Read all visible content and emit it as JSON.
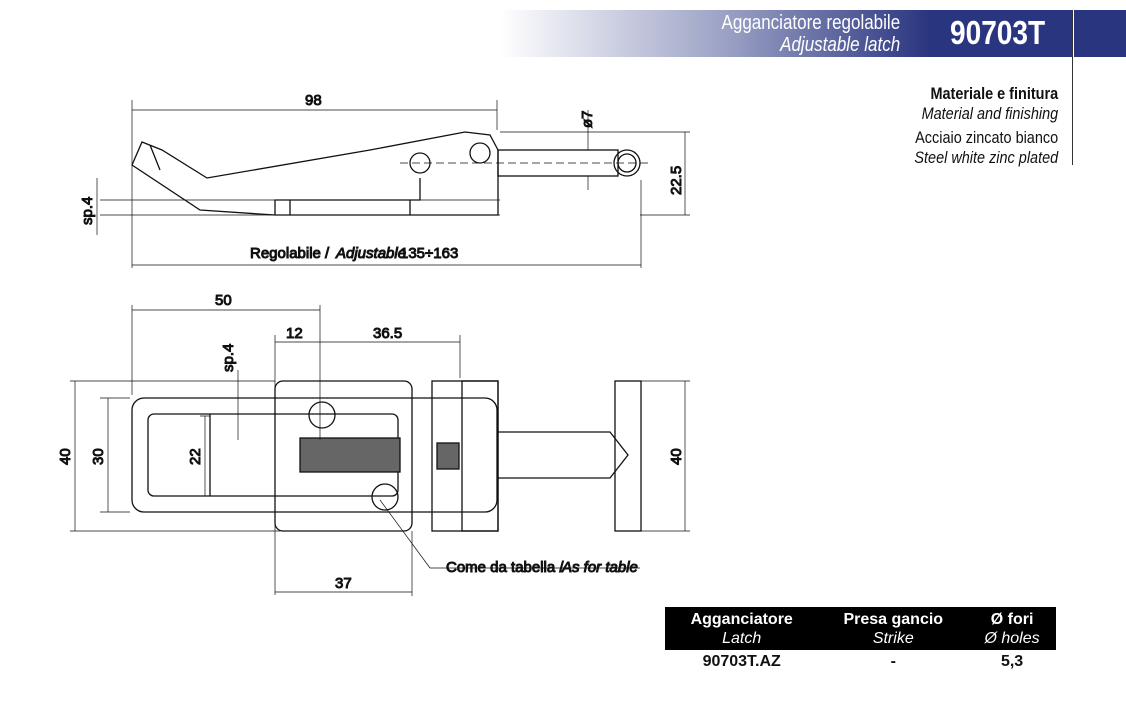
{
  "header": {
    "title_it": "Agganciatore regolabile",
    "title_en": "Adjustable latch",
    "code": "90703T",
    "color": "#2a3580"
  },
  "material": {
    "label_it": "Materiale e finitura",
    "label_en": "Material and finishing",
    "value_it": "Acciaio zincato bianco",
    "value_en": "Steel white zinc plated"
  },
  "drawing": {
    "dim_98": "98",
    "dim_phi7": "ø7",
    "dim_22_5": "22.5",
    "dim_sp4_top": "sp.4",
    "adjustable_it": "Regolabile /",
    "adjustable_en": "Adjustable",
    "adjustable_range": "135÷163",
    "dim_50": "50",
    "dim_12": "12",
    "dim_36_5": "36.5",
    "dim_sp4_bottom": "sp.4",
    "dim_40_left": "40",
    "dim_30": "30",
    "dim_22": "22",
    "dim_40_right": "40",
    "dim_37": "37",
    "note_it": "Come da tabella /",
    "note_en": "As for table"
  },
  "table": {
    "headers": [
      {
        "it": "Agganciatore",
        "en": "Latch"
      },
      {
        "it": "Presa gancio",
        "en": "Strike"
      },
      {
        "it": "Ø fori",
        "en": "Ø holes"
      }
    ],
    "rows": [
      [
        "90703T.AZ",
        "-",
        "5,3"
      ]
    ]
  }
}
